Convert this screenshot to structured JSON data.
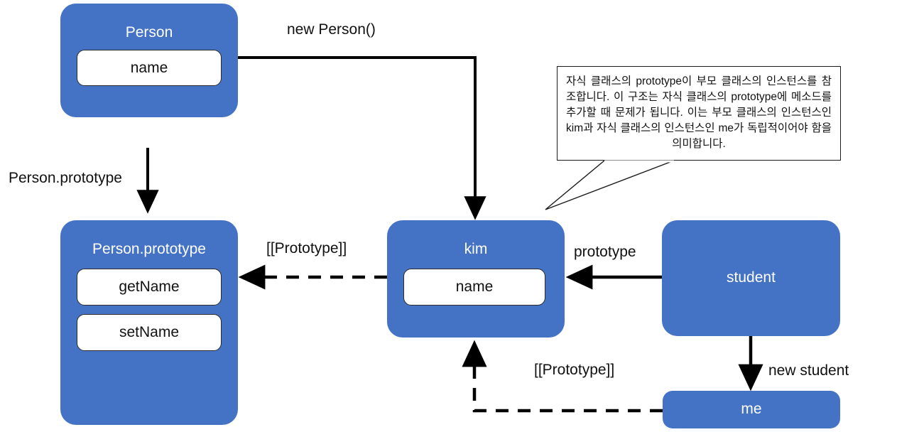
{
  "diagram": {
    "type": "prototype-chain-diagram",
    "palette": {
      "node_fill": "#4472C4",
      "node_text": "#ffffff",
      "slot_fill": "#ffffff",
      "line": "#000000",
      "page_bg": "#ffffff"
    },
    "nodes": [
      {
        "id": "person",
        "title": "Person",
        "slots": [
          "name"
        ]
      },
      {
        "id": "person-prototype",
        "title": "Person.prototype",
        "slots": [
          "getName",
          "setName"
        ]
      },
      {
        "id": "kim",
        "title": "kim",
        "slots": [
          "name"
        ]
      },
      {
        "id": "student",
        "title": "student",
        "slots": []
      },
      {
        "id": "me",
        "title": "me",
        "slots": []
      }
    ],
    "edges": [
      {
        "id": "new-person",
        "label": "new Person()",
        "from": "person",
        "to": "kim",
        "style": "solid"
      },
      {
        "id": "person-prototype",
        "label": "Person.prototype",
        "from": "person",
        "to": "person-prototype",
        "style": "solid"
      },
      {
        "id": "kim-proto",
        "label": "[[Prototype]]",
        "from": "kim",
        "to": "person-prototype",
        "style": "dashed"
      },
      {
        "id": "student-prototype",
        "label": "prototype",
        "from": "student",
        "to": "kim",
        "style": "solid"
      },
      {
        "id": "new-student",
        "label": "new student",
        "from": "student",
        "to": "me",
        "style": "solid"
      },
      {
        "id": "me-proto",
        "label": "[[Prototype]]",
        "from": "me",
        "to": "kim",
        "style": "dashed"
      }
    ],
    "callout": {
      "text": "자식 클래스의 prototype이 부모 클래스의 인스턴스를 참조합니다. 이 구조는 자식 클래스의 prototype에 메소드를 추가할 때 문제가 됩니다. 이는 부모 클래스의 인스턴스인 kim과 자식 클래스의 인스턴스인 me가 독립적이어야 함을 의미합니다.",
      "points_to": "kim"
    }
  }
}
